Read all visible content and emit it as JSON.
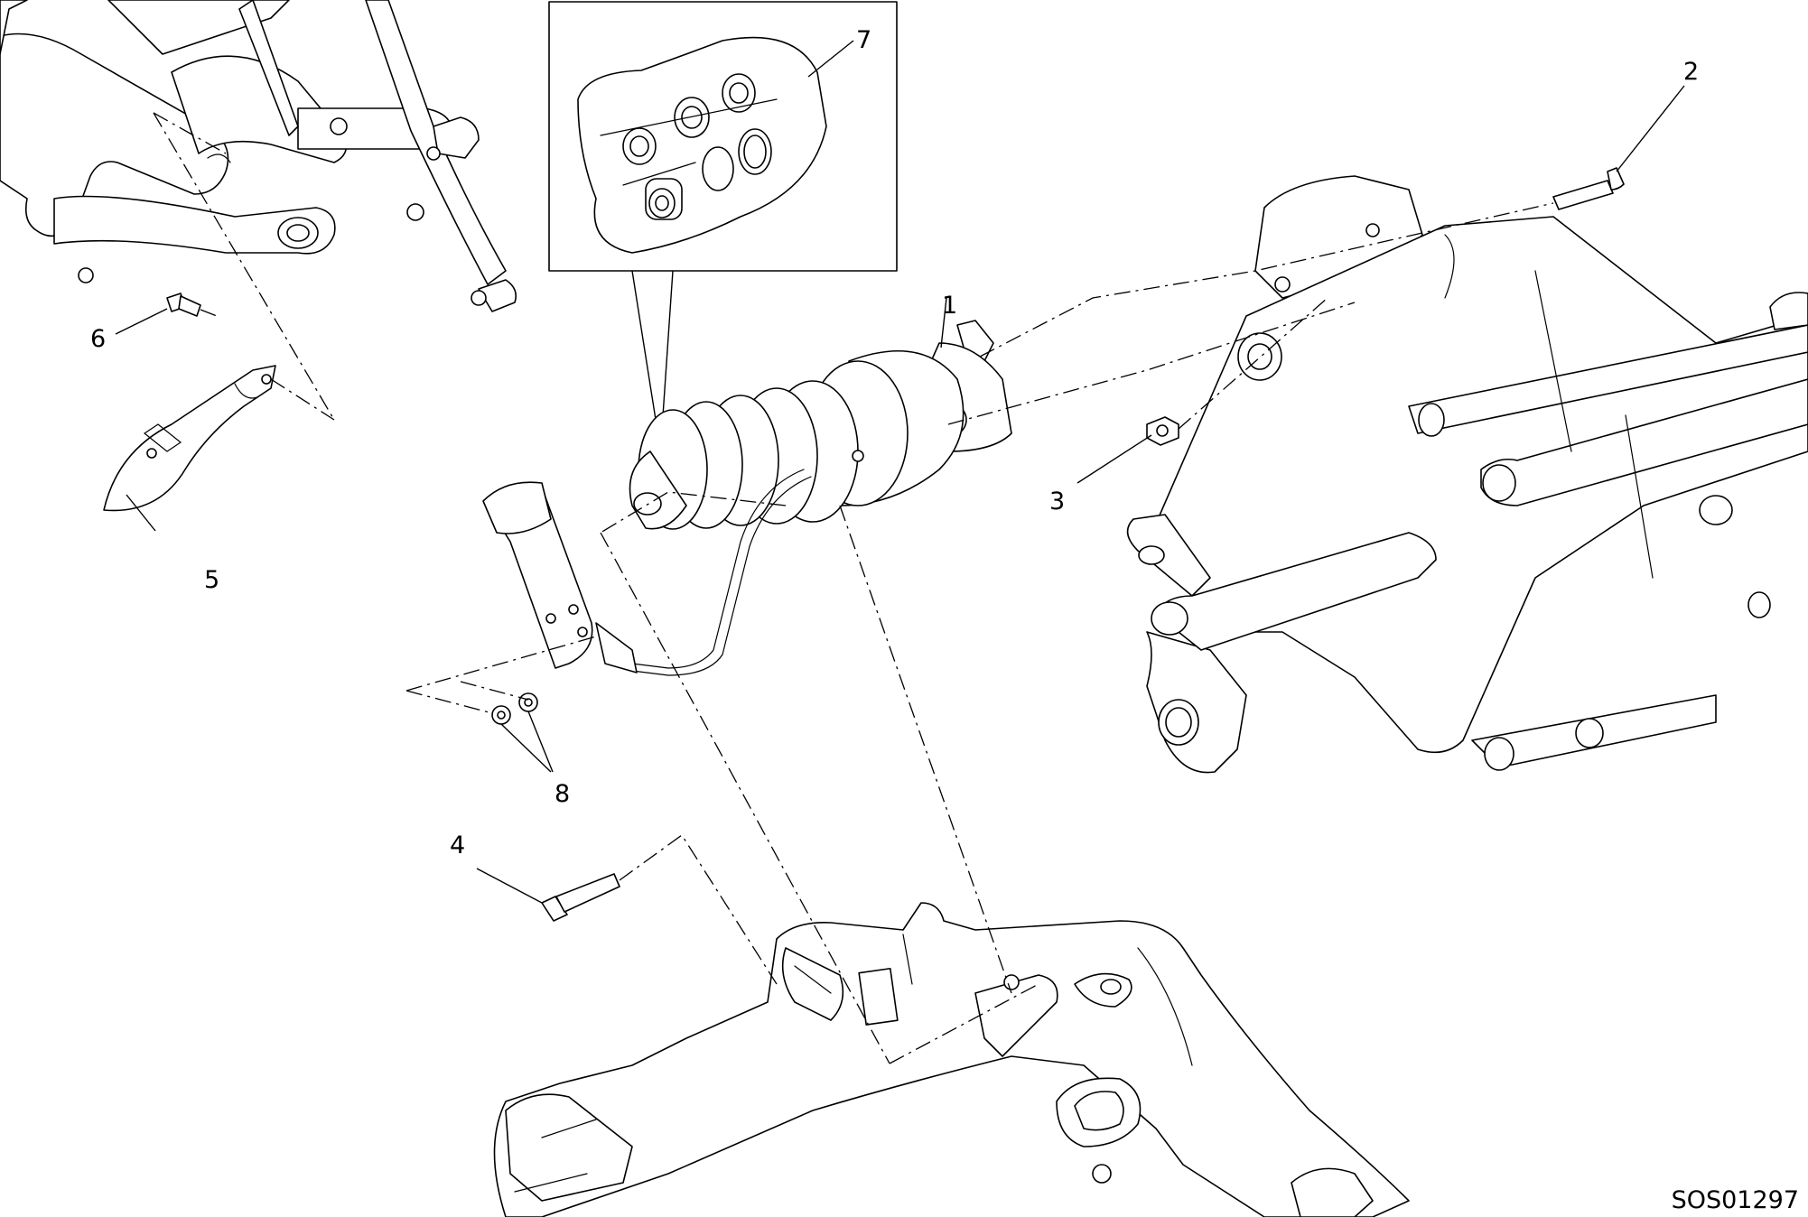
{
  "callouts": {
    "shock_absorber": "1",
    "upper_bolt": "2",
    "nut": "3",
    "lower_bolt": "4",
    "guard": "5",
    "guard_screw": "6",
    "bushing_kit": "7",
    "reservoir_screws": "8"
  },
  "drawing_code": "SOS01297"
}
